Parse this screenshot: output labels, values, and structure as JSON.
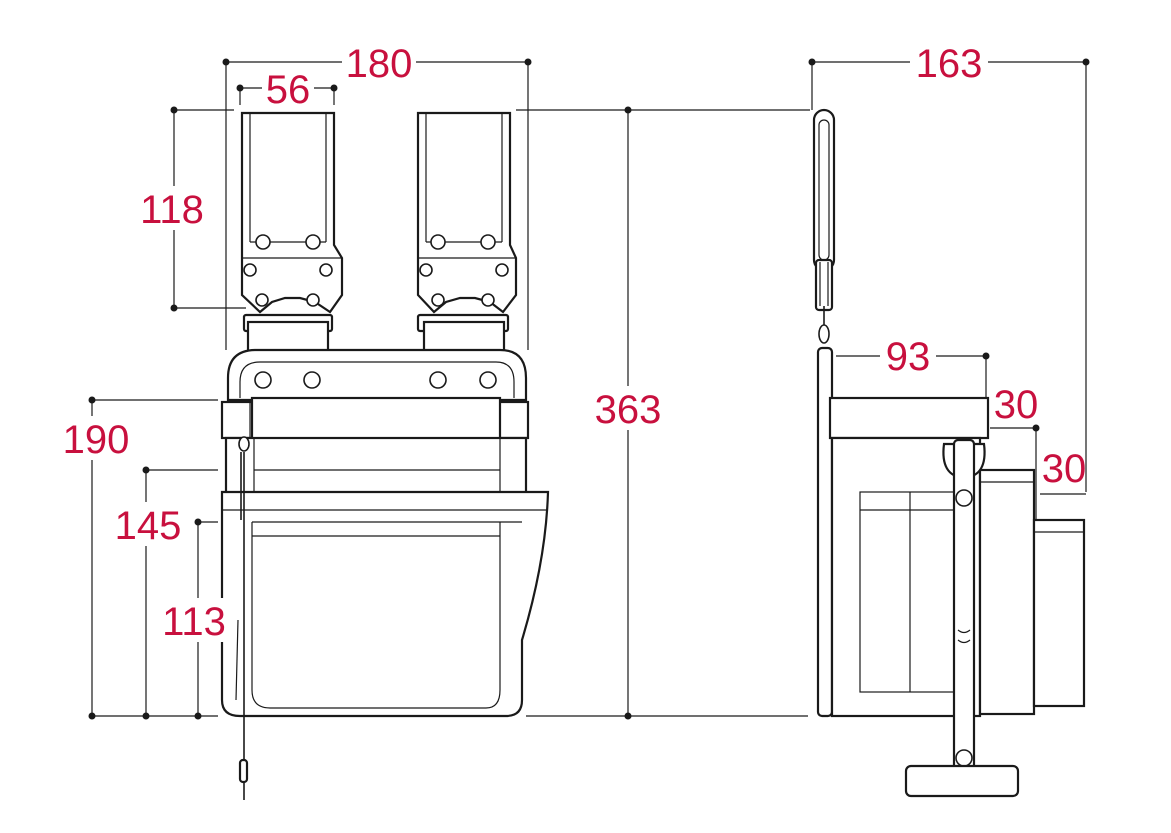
{
  "figure": {
    "units_note": "",
    "front_view": {
      "dimensions": [
        {
          "id": "overall-width",
          "label": "180"
        },
        {
          "id": "loop-width",
          "label": "56"
        },
        {
          "id": "loop-height",
          "label": "118"
        },
        {
          "id": "total-height",
          "label": "363"
        },
        {
          "id": "body-height",
          "label": "190"
        },
        {
          "id": "pocket-height",
          "label": "145"
        },
        {
          "id": "inner-pocket-height",
          "label": "113"
        }
      ]
    },
    "side_view": {
      "dimensions": [
        {
          "id": "overall-depth",
          "label": "163"
        },
        {
          "id": "front-depth",
          "label": "93"
        },
        {
          "id": "step-1",
          "label": "30"
        },
        {
          "id": "step-2",
          "label": "30"
        }
      ]
    },
    "colors": {
      "dimension_text": "#c8103e",
      "line": "#1a1a1a",
      "background": "#ffffff"
    }
  }
}
